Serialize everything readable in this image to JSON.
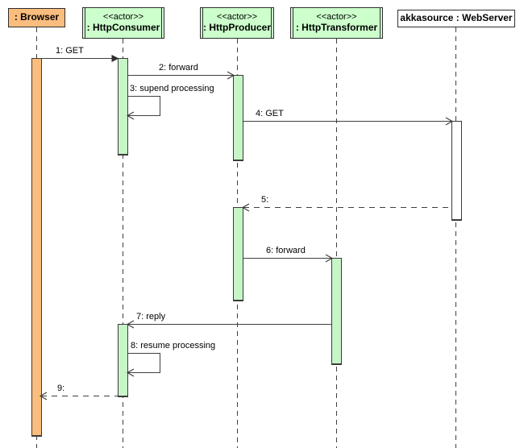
{
  "diagram_type": "uml-sequence-diagram",
  "participants": [
    {
      "id": "browser",
      "name": ": Browser"
    },
    {
      "id": "http-consumer",
      "stereotype": "<<actor>>",
      "name": ": HttpConsumer"
    },
    {
      "id": "http-producer",
      "stereotype": "<<actor>>",
      "name": ": HttpProducer"
    },
    {
      "id": "http-transformer",
      "stereotype": "<<actor>>",
      "name": ": HttpTransformer"
    },
    {
      "id": "web-server",
      "name": "akkasource : WebServer"
    }
  ],
  "messages": [
    {
      "seq": 1,
      "label": "1: GET",
      "from": ": Browser",
      "to": ": HttpConsumer",
      "line": "solid",
      "arrow": "filled"
    },
    {
      "seq": 2,
      "label": "2: forward",
      "from": ": HttpConsumer",
      "to": ": HttpProducer",
      "line": "solid",
      "arrow": "open"
    },
    {
      "seq": 3,
      "label": "3: supend processing",
      "from": ": HttpConsumer",
      "to": ": HttpConsumer",
      "line": "solid",
      "arrow": "open",
      "self_message": true
    },
    {
      "seq": 4,
      "label": "4: GET",
      "from": ": HttpProducer",
      "to": "akkasource : WebServer",
      "line": "solid",
      "arrow": "open"
    },
    {
      "seq": 5,
      "label": "5:",
      "from": "akkasource : WebServer",
      "to": ": HttpProducer",
      "line": "dashed",
      "arrow": "open"
    },
    {
      "seq": 6,
      "label": "6: forward",
      "from": ": HttpProducer",
      "to": ": HttpTransformer",
      "line": "solid",
      "arrow": "open"
    },
    {
      "seq": 7,
      "label": "7: reply",
      "from": ": HttpTransformer",
      "to": ": HttpConsumer",
      "line": "solid",
      "arrow": "open"
    },
    {
      "seq": 8,
      "label": "8: resume processing",
      "from": ": HttpConsumer",
      "to": ": HttpConsumer",
      "line": "solid",
      "arrow": "open",
      "self_message": true
    },
    {
      "seq": 9,
      "label": "9:",
      "from": ": HttpConsumer",
      "to": ": Browser",
      "line": "dashed",
      "arrow": "open"
    }
  ],
  "colors": {
    "browser_fill": "#FBBD7E",
    "actor_box_fill": "#CCFFCC",
    "activation_fill": "#C8F5C8",
    "webserver_fill": "#FFFFFF",
    "line": "#3F3F3F"
  }
}
